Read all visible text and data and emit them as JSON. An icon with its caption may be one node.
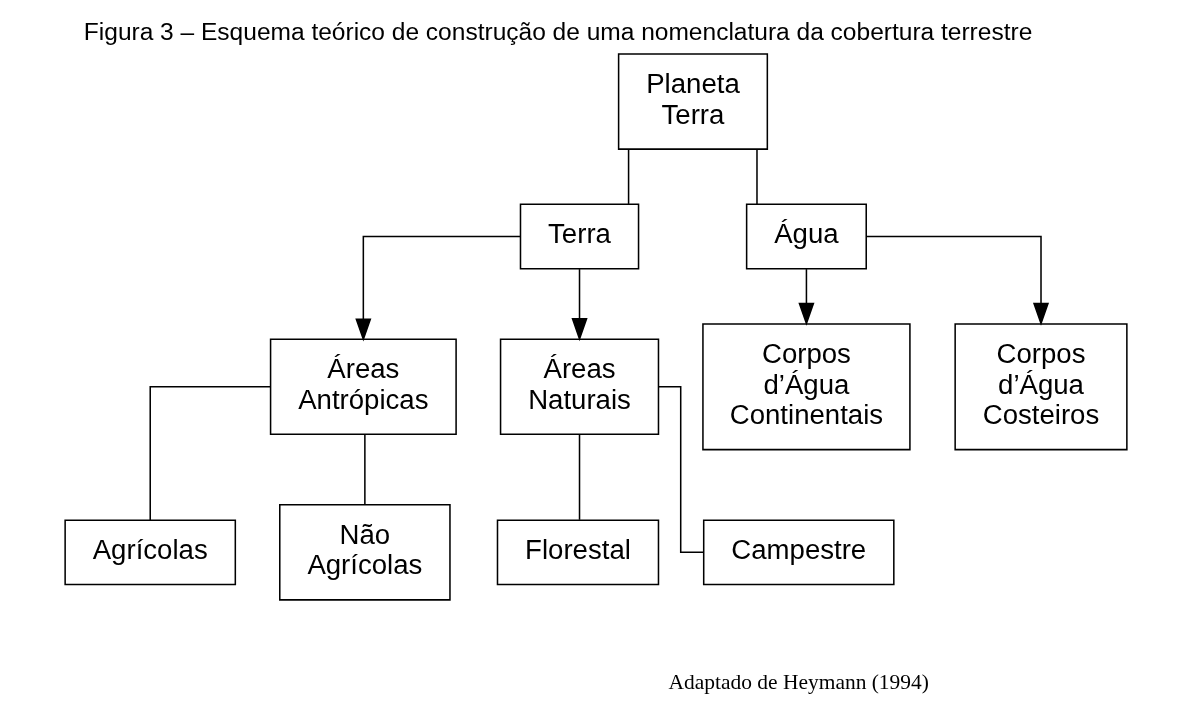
{
  "diagram": {
    "title": "Figura 3 – Esquema teórico de construção de uma nomenclatura da cobertura terrestre",
    "caption": "Adaptado de Heymann (1994)",
    "nodes": [
      {
        "text": [
          "Planeta Terra"
        ]
      },
      {
        "text": [
          "Terra"
        ]
      },
      {
        "text": [
          "Água"
        ]
      },
      {
        "text": [
          "Áreas Antrópicas"
        ]
      },
      {
        "text": [
          "Áreas Naturais"
        ]
      },
      {
        "text": [
          "Corpos d’Água Continentais"
        ]
      },
      {
        "text": [
          "Corpos d’Água Costeiros"
        ]
      },
      {
        "text": [
          "Agrícolas"
        ]
      },
      {
        "text": [
          "Não Agrícolas"
        ]
      },
      {
        "text": [
          "Florestal"
        ]
      },
      {
        "text": [
          "Campestre"
        ]
      }
    ],
    "edges": [
      {
        "from": 0,
        "to": 1,
        "arrow": "none"
      },
      {
        "from": 0,
        "to": 2,
        "arrow": "none"
      },
      {
        "from": 1,
        "to": 3,
        "arrow": "to"
      },
      {
        "from": 1,
        "to": 4,
        "arrow": "to"
      },
      {
        "from": 2,
        "to": 5,
        "arrow": "to"
      },
      {
        "from": 2,
        "to": 6,
        "arrow": "to"
      },
      {
        "from": 3,
        "to": 7,
        "arrow": "none"
      },
      {
        "from": 3,
        "to": 8,
        "arrow": "none"
      },
      {
        "from": 4,
        "to": 9,
        "arrow": "none"
      },
      {
        "from": 4,
        "to": 10,
        "arrow": "none"
      }
    ]
  }
}
